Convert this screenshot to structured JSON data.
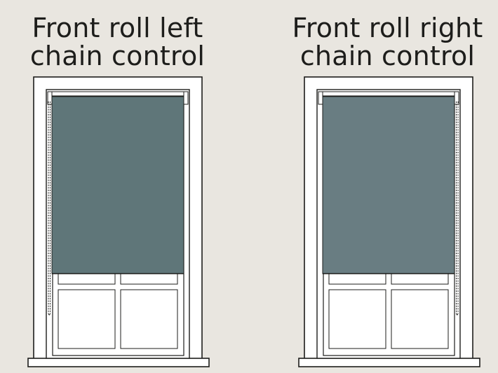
{
  "panels": [
    {
      "title_lines": [
        "Front roll left",
        "chain control"
      ],
      "chain_side": "left",
      "blind_color": "#5f7679"
    },
    {
      "title_lines": [
        "Front roll right",
        "chain control"
      ],
      "chain_side": "right",
      "blind_color": "#697d82"
    }
  ],
  "colors": {
    "background": "#e9e6e0",
    "frame_fill": "#ffffff",
    "outline": "#1d1d1b"
  },
  "icons": [
    "chain-icon"
  ]
}
